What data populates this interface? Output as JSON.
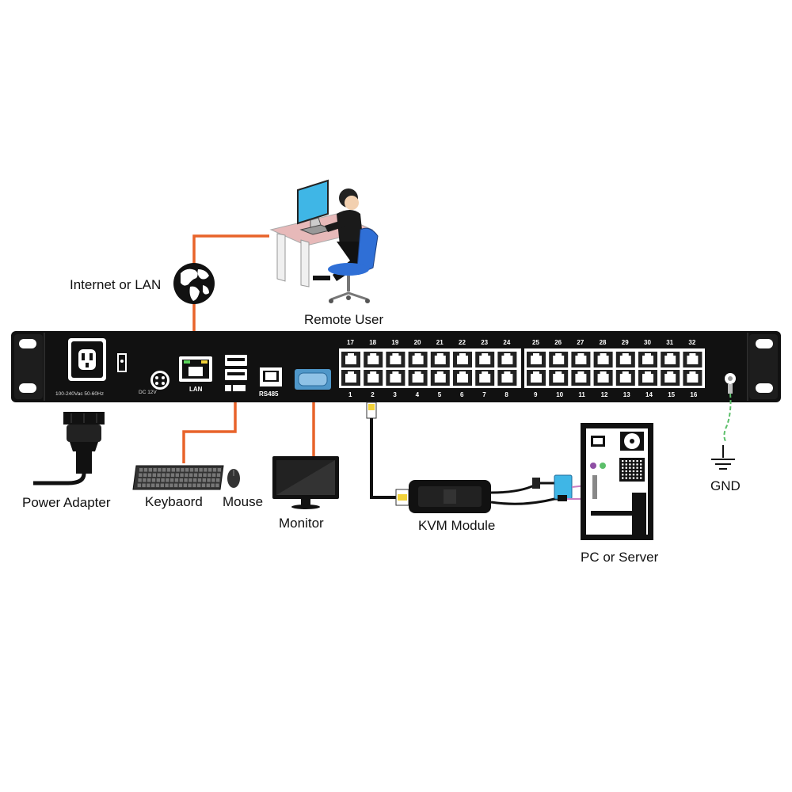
{
  "labels": {
    "internet": "Internet or LAN",
    "remote_user": "Remote User",
    "power_adapter": "Power Adapter",
    "keyboard": "Keybaord",
    "mouse": "Mouse",
    "monitor": "Monitor",
    "kvm_module": "KVM Module",
    "pc_server": "PC or Server",
    "gnd": "GND"
  },
  "panel": {
    "power_rating": "100-240Vac 50-60Hz",
    "dc": "DC 12V",
    "lan": "LAN",
    "rs485": "RS485",
    "top_ports_left": [
      "17",
      "18",
      "19",
      "20",
      "21",
      "22",
      "23",
      "24"
    ],
    "bottom_ports_left": [
      "1",
      "2",
      "3",
      "4",
      "5",
      "6",
      "7",
      "8"
    ],
    "top_ports_right": [
      "25",
      "26",
      "27",
      "28",
      "29",
      "30",
      "31",
      "32"
    ],
    "bottom_ports_right": [
      "9",
      "10",
      "11",
      "12",
      "13",
      "14",
      "15",
      "16"
    ]
  },
  "colors": {
    "cable": "#e8632a",
    "ground_cable": "#5cbf6a",
    "rack": "#111111",
    "monitor_screen": "#3fb6e6",
    "chair": "#2f6fd6"
  }
}
